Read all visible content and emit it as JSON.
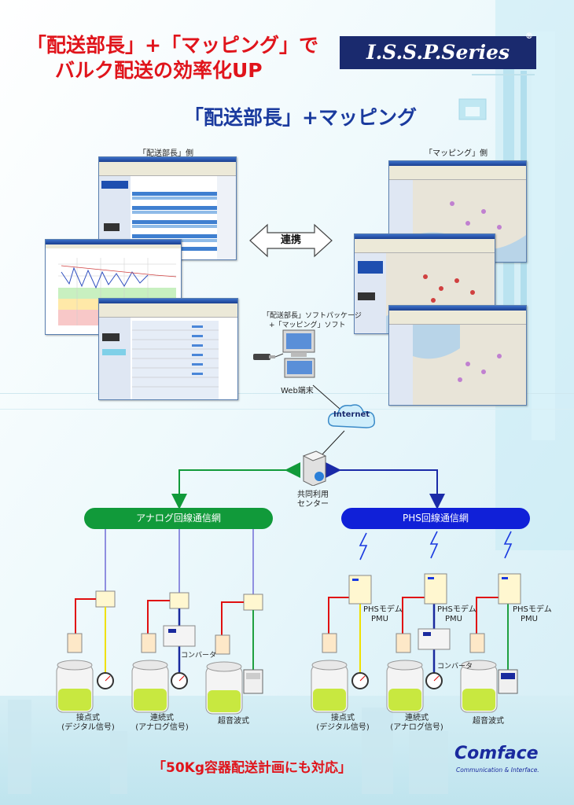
{
  "headline": {
    "line1": "「配送部長」+「マッピング」で",
    "line2": "バルク配送の効率化UP"
  },
  "series": {
    "name": "I.S.S.P.Series",
    "mark": "®"
  },
  "subtitle": "「配送部長」+マッピング",
  "panels": {
    "left_caption": "「配送部長」側",
    "right_caption": "「マッピング」側"
  },
  "link_label": "連携",
  "software": {
    "line1": "「配送部長」ソフトパッケージ",
    "line2": "+「マッピング」ソフト"
  },
  "web_terminal": "Web端末",
  "internet": "Internet",
  "center": {
    "line1": "共同利用",
    "line2": "センター"
  },
  "networks": {
    "analog": "アナログ回線通信網",
    "phs": "PHS回線通信網"
  },
  "converter_label": "コンバータ",
  "phs_modem": {
    "line1": "PHSモデム",
    "line2": "PMU"
  },
  "tanks": {
    "contact": {
      "line1": "接点式",
      "line2": "(デジタル信号)"
    },
    "continuous": {
      "line1": "連続式",
      "line2": "(アナログ信号)"
    },
    "ultrasonic": "超音波式"
  },
  "bottom_text": "「50Kg容器配送計画にも対応」",
  "logo": {
    "name": "Comface",
    "tagline": "Communication & Interface."
  },
  "colors": {
    "headline_red": "#e0141b",
    "series_navy": "#1a2a6e",
    "analog_green": "#119a3a",
    "phs_blue": "#1020d8",
    "subtitle_blue": "#1a3a9e"
  },
  "icons": [
    "monitor-icon",
    "usb-key-icon",
    "cloud-icon",
    "server-icon",
    "lightning-icon",
    "gauge-icon",
    "tank-icon",
    "modem-icon",
    "converter-icon",
    "meter-icon"
  ]
}
